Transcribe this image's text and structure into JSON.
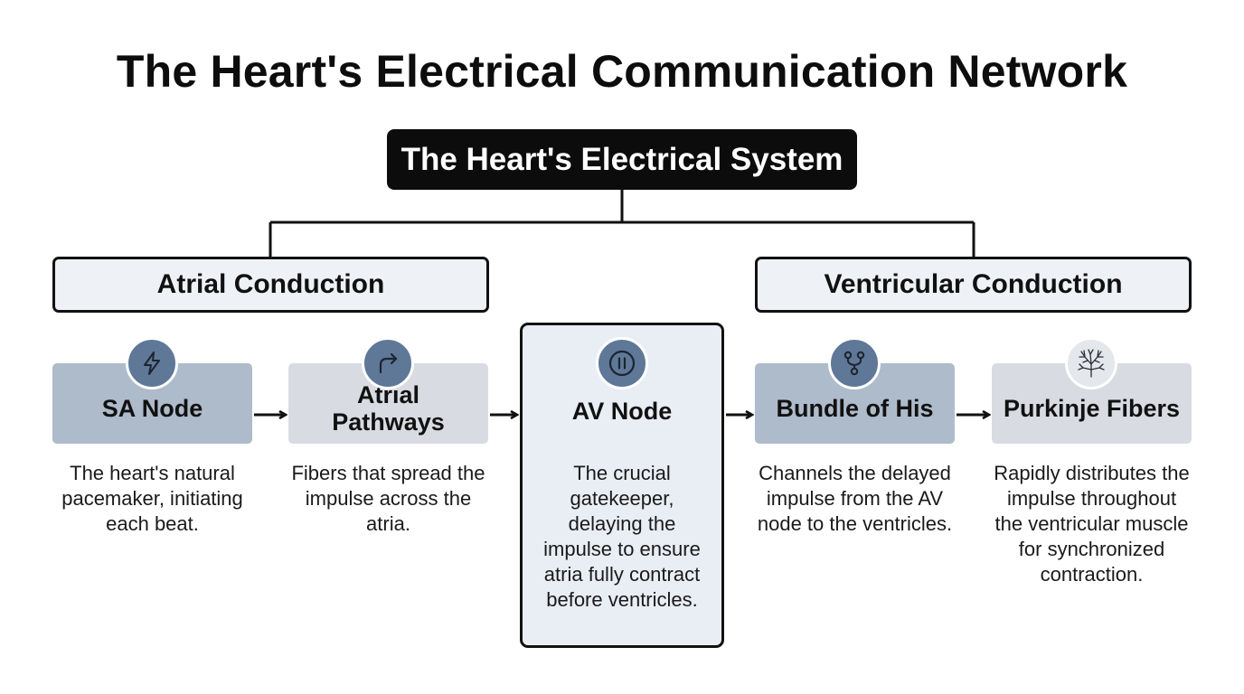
{
  "title": "The Heart's Electrical Communication Network",
  "root": "The Heart's Electrical System",
  "groups": {
    "atrial": "Atrial Conduction",
    "ventricular": "Ventricular Conduction"
  },
  "nodes": [
    {
      "name": "SA Node",
      "description": "The heart's natural pacemaker, initiating each beat.",
      "icon": "lightning-icon"
    },
    {
      "name": "Atrial Pathways",
      "description": "Fibers that spread the impulse across the atria.",
      "icon": "curved-arrow-icon"
    },
    {
      "name": "AV Node",
      "description": "The crucial gatekeeper, delaying the impulse to ensure atria fully contract before ventricles.",
      "icon": "pause-icon"
    },
    {
      "name": "Bundle of His",
      "description": "Channels the delayed impulse from the AV node to the ventricles.",
      "icon": "branch-icon"
    },
    {
      "name": "Purkinje Fibers",
      "description": "Rapidly distributes the impulse throughout the ventricular muscle for synchronized contraction.",
      "icon": "fibers-icon"
    }
  ],
  "colors": {
    "root_bg": "#0c0c0c",
    "group_bg": "#eef2f7",
    "node_dark": "#aebbcb",
    "node_light": "#d8dce2",
    "icon_dark": "#5f7898",
    "av_bg": "#e9eef5"
  }
}
